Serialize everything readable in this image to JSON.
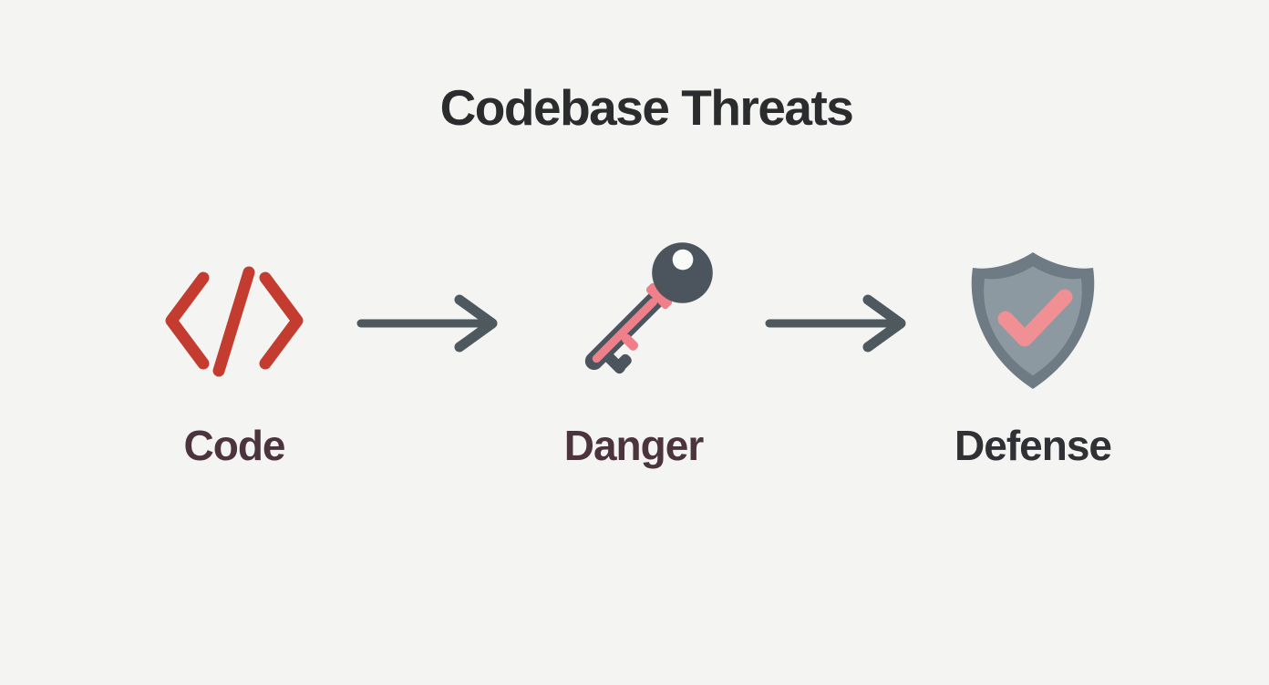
{
  "title": "Codebase Threats",
  "flow": {
    "nodes": [
      {
        "label": "Code",
        "icon": "code-brackets-icon"
      },
      {
        "label": "Danger",
        "icon": "key-icon"
      },
      {
        "label": "Defense",
        "icon": "shield-check-icon"
      }
    ],
    "connectors": [
      {
        "icon": "arrow-right-icon",
        "direction": "right"
      },
      {
        "icon": "arrow-right-icon",
        "direction": "right"
      }
    ]
  },
  "colors": {
    "background": "#f4f4f2",
    "title_color": "#2b2c2e",
    "code_icon": "#c43b30",
    "arrow": "#4e585f",
    "key_body": "#4c555d",
    "key_accent": "#ef8089",
    "key_hole": "#fafaf8",
    "shield_outer": "#6e7b84",
    "shield_inner": "#8c99a0",
    "shield_check": "#f08f94",
    "label_maroon": "#4b343d",
    "label_dark": "#303134"
  }
}
